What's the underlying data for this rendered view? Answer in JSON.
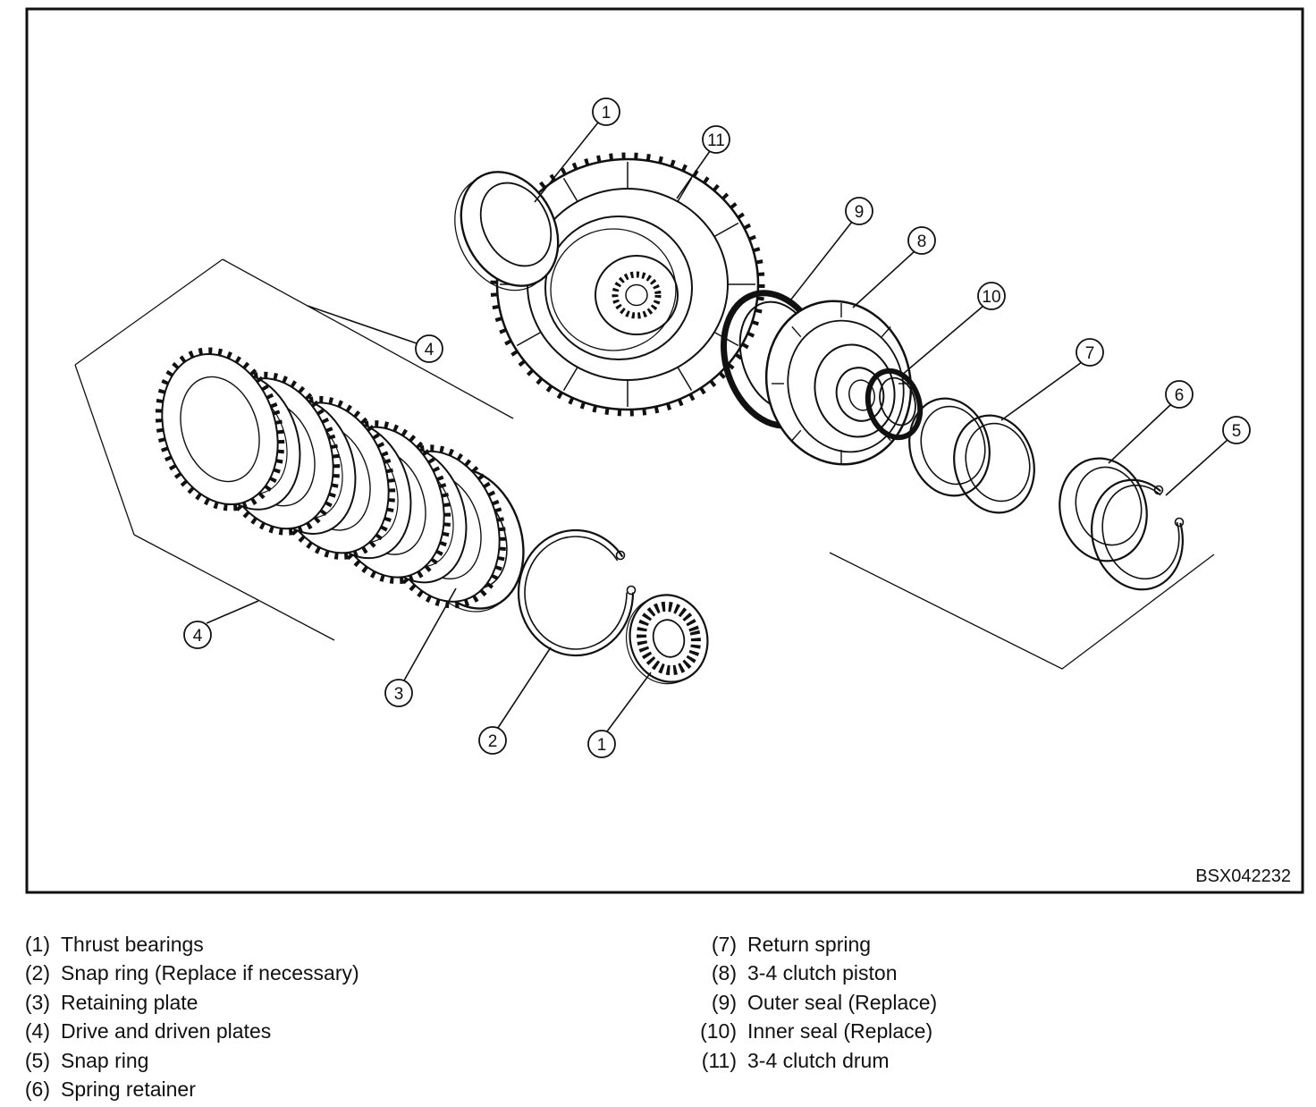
{
  "diagram": {
    "code": "BSX042232",
    "callouts": {
      "thrust_top": "1",
      "drum": "11",
      "outer_seal": "9",
      "piston": "8",
      "inner_seal": "10",
      "return_spring": "7",
      "spring_retainer": "6",
      "snap_ring_5": "5",
      "plates_top": "4",
      "plates_bottom": "4",
      "retaining_plate": "3",
      "snap_ring_2": "2",
      "thrust_bottom": "1"
    }
  },
  "legend": {
    "left": [
      {
        "num": "(1)",
        "label": "Thrust bearings"
      },
      {
        "num": "(2)",
        "label": "Snap ring (Replace if necessary)"
      },
      {
        "num": "(3)",
        "label": "Retaining plate"
      },
      {
        "num": "(4)",
        "label": "Drive and driven plates"
      },
      {
        "num": "(5)",
        "label": "Snap ring"
      },
      {
        "num": "(6)",
        "label": "Spring retainer"
      }
    ],
    "right": [
      {
        "num": "(7)",
        "label": "Return spring"
      },
      {
        "num": "(8)",
        "label": "3-4 clutch piston"
      },
      {
        "num": "(9)",
        "label": "Outer seal (Replace)"
      },
      {
        "num": "(10)",
        "label": "Inner seal (Replace)"
      },
      {
        "num": "(11)",
        "label": "3-4 clutch drum"
      }
    ]
  }
}
